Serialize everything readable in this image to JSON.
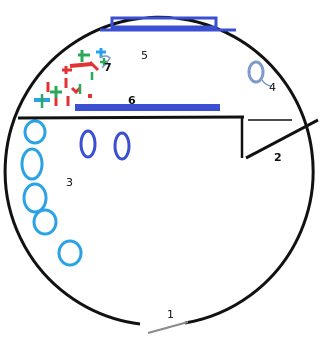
{
  "labels": {
    "l1": "1",
    "l2": "2",
    "l3": "3",
    "l4": "4",
    "l5": "5",
    "l6": "6",
    "l7": "7"
  },
  "colors": {
    "outline": "#111111",
    "dark_blue": "#3a4fd1",
    "light_blue": "#2aa3e6",
    "grey_blue": "#7f9ac9",
    "red": "#e23333",
    "green": "#2ca85a",
    "door_grey": "#8a8a8a"
  }
}
